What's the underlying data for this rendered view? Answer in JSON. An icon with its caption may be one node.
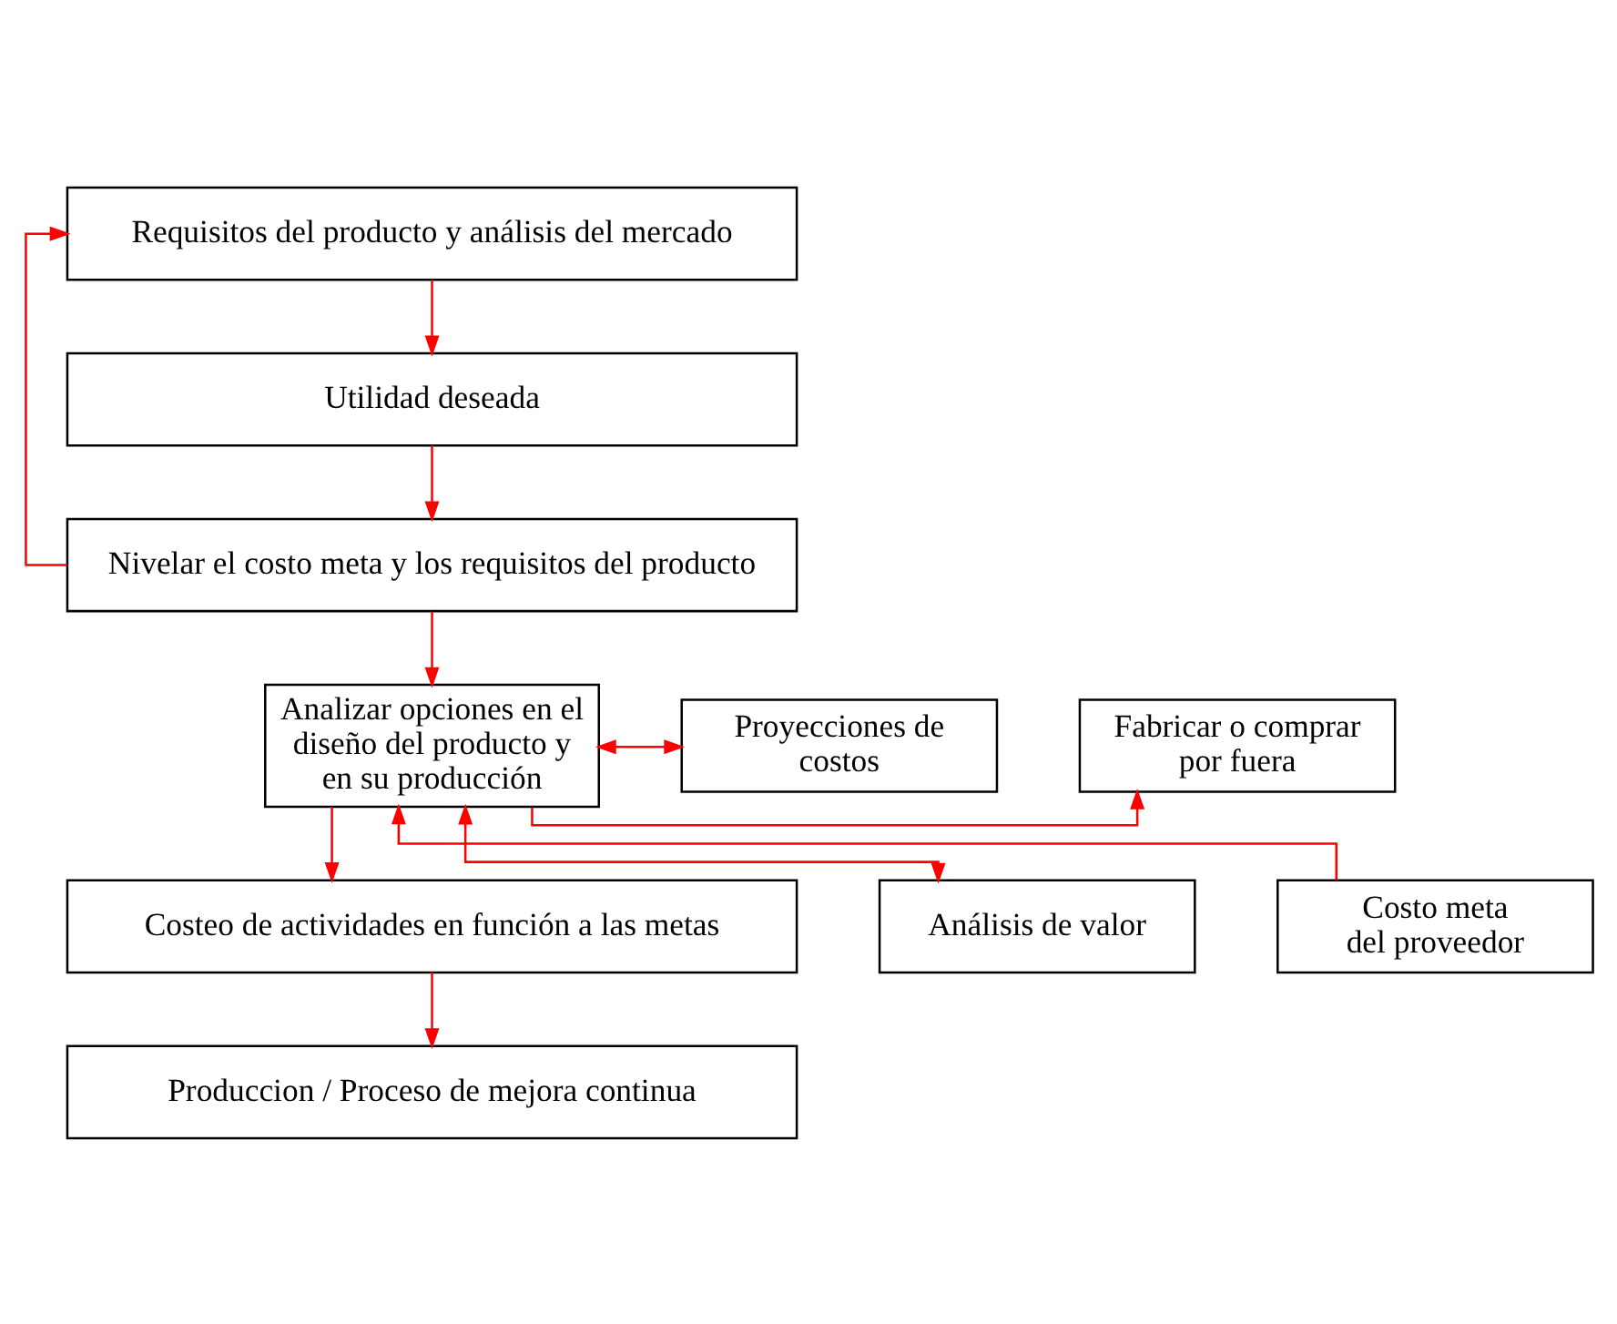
{
  "diagram": {
    "nodes": [
      {
        "text": [
          "Requisitos del producto y análisis del mercado"
        ]
      },
      {
        "text": [
          "Utilidad deseada"
        ]
      },
      {
        "text": [
          "Nivelar el costo meta y los requisitos del producto"
        ]
      },
      {
        "text": [
          "Fabricar o comprar por fuera"
        ]
      },
      {
        "text": [
          "Analizar opciones en el diseño del producto y en su producción"
        ]
      },
      {
        "text": [
          "Proyecciones de costos"
        ]
      },
      {
        "text": [
          "Costo meta del proveedor"
        ]
      },
      {
        "text": [
          "Costeo de actividades en función a las metas"
        ]
      },
      {
        "text": [
          "Análisis de valor"
        ]
      },
      {
        "text": [
          "Produccion / Proceso de mejora continua"
        ]
      }
    ],
    "edges": [
      {
        "from": 0,
        "to": 1,
        "arrow": "to"
      },
      {
        "from": 1,
        "to": 2,
        "arrow": "to"
      },
      {
        "from": 2,
        "to": 0,
        "arrow": "to"
      },
      {
        "from": 2,
        "to": 4,
        "arrow": "to"
      },
      {
        "from": 4,
        "to": 3,
        "arrow": "to"
      },
      {
        "from": 4,
        "to": 5,
        "arrow": "both"
      },
      {
        "from": 6,
        "to": 4,
        "arrow": "to"
      },
      {
        "from": 4,
        "to": 8,
        "arrow": "both"
      },
      {
        "from": 4,
        "to": 7,
        "arrow": "to"
      },
      {
        "from": 7,
        "to": 9,
        "arrow": "to"
      }
    ]
  }
}
